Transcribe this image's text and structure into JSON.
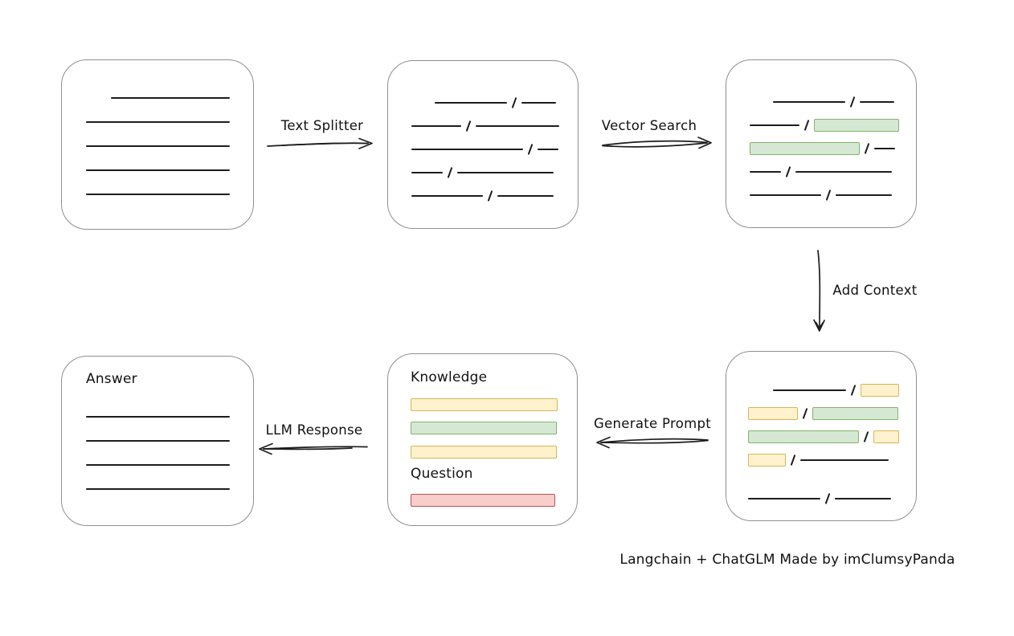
{
  "caption": "Langchain + ChatGLM Made by imClumsyPanda",
  "colors": {
    "ink": "#1d1d1d",
    "box_border": "#8f8f8f",
    "green_fill": "#d5e8d4",
    "green_border": "#82b366",
    "yellow_fill": "#fff2cc",
    "yellow_border": "#d6b656",
    "red_fill": "#f8cecc",
    "red_border": "#b85450"
  },
  "arrows": {
    "text_splitter": {
      "label": "Text Splitter",
      "direction": "right"
    },
    "vector_search": {
      "label": "Vector Search",
      "direction": "right"
    },
    "add_context": {
      "label": "Add Context",
      "direction": "down"
    },
    "generate_prompt": {
      "label": "Generate Prompt",
      "direction": "left"
    },
    "llm_response": {
      "label": "LLM Response",
      "direction": "left"
    }
  },
  "boxes": {
    "document": {
      "rows": [
        {
          "indent": 61,
          "segments": [
            {
              "kind": "line",
              "w": 148
            }
          ]
        },
        {
          "indent": 30,
          "segments": [
            {
              "kind": "line",
              "w": 179
            }
          ]
        },
        {
          "indent": 30,
          "segments": [
            {
              "kind": "line",
              "w": 179
            }
          ]
        },
        {
          "indent": 30,
          "segments": [
            {
              "kind": "line",
              "w": 179
            }
          ]
        },
        {
          "indent": 30,
          "segments": [
            {
              "kind": "line",
              "w": 179
            }
          ]
        }
      ]
    },
    "split_chunks": {
      "rows": [
        {
          "indent": 58,
          "segments": [
            {
              "kind": "line",
              "w": 90
            },
            {
              "kind": "slash"
            },
            {
              "kind": "line",
              "w": 43
            }
          ]
        },
        {
          "indent": 29,
          "segments": [
            {
              "kind": "line",
              "w": 62
            },
            {
              "kind": "slash"
            },
            {
              "kind": "line",
              "w": 104
            }
          ]
        },
        {
          "indent": 29,
          "segments": [
            {
              "kind": "line",
              "w": 139
            },
            {
              "kind": "slash"
            },
            {
              "kind": "line",
              "w": 26
            }
          ]
        },
        {
          "indent": 29,
          "segments": [
            {
              "kind": "line",
              "w": 39
            },
            {
              "kind": "slash"
            },
            {
              "kind": "line",
              "w": 120
            }
          ]
        },
        {
          "indent": 29,
          "segments": [
            {
              "kind": "line",
              "w": 89
            },
            {
              "kind": "slash"
            },
            {
              "kind": "line",
              "w": 70
            }
          ]
        }
      ]
    },
    "vector_matches": {
      "rows": [
        {
          "indent": 58,
          "segments": [
            {
              "kind": "line",
              "w": 90
            },
            {
              "kind": "slash"
            },
            {
              "kind": "line",
              "w": 43
            }
          ]
        },
        {
          "indent": 29,
          "segments": [
            {
              "kind": "line",
              "w": 62
            },
            {
              "kind": "slash"
            },
            {
              "kind": "bar",
              "color": "green",
              "w": 106
            }
          ]
        },
        {
          "indent": 29,
          "segments": [
            {
              "kind": "bar",
              "color": "green",
              "w": 137
            },
            {
              "kind": "slash"
            },
            {
              "kind": "line",
              "w": 26
            }
          ]
        },
        {
          "indent": 29,
          "segments": [
            {
              "kind": "line",
              "w": 39
            },
            {
              "kind": "slash"
            },
            {
              "kind": "line",
              "w": 120
            }
          ]
        },
        {
          "indent": 29,
          "segments": [
            {
              "kind": "line",
              "w": 89
            },
            {
              "kind": "slash"
            },
            {
              "kind": "line",
              "w": 70
            }
          ]
        }
      ]
    },
    "context_chunks": {
      "rows": [
        {
          "indent": 58,
          "segments": [
            {
              "kind": "line",
              "w": 91
            },
            {
              "kind": "slash"
            },
            {
              "kind": "bar",
              "color": "yellow",
              "w": 48
            }
          ]
        },
        {
          "indent": 27,
          "segments": [
            {
              "kind": "bar",
              "color": "yellow",
              "w": 62
            },
            {
              "kind": "slash"
            },
            {
              "kind": "bar",
              "color": "green",
              "w": 107
            }
          ]
        },
        {
          "indent": 27,
          "segments": [
            {
              "kind": "bar",
              "color": "green",
              "w": 138
            },
            {
              "kind": "slash"
            },
            {
              "kind": "bar",
              "color": "yellow",
              "w": 32
            }
          ]
        },
        {
          "indent": 27,
          "segments": [
            {
              "kind": "bar",
              "color": "yellow",
              "w": 47
            },
            {
              "kind": "slash"
            },
            {
              "kind": "line",
              "w": 110
            }
          ]
        },
        {
          "indent": 27,
          "segments": [
            {
              "kind": "line",
              "w": 90
            },
            {
              "kind": "slash"
            },
            {
              "kind": "line",
              "w": 70
            }
          ]
        }
      ]
    },
    "prompt": {
      "rows": [
        {
          "indent": 28,
          "segments": [
            {
              "kind": "label",
              "text": "Knowledge"
            }
          ]
        },
        {
          "indent": 28,
          "segments": [
            {
              "kind": "bar",
              "color": "yellow",
              "w": 183
            }
          ]
        },
        {
          "indent": 28,
          "segments": [
            {
              "kind": "bar",
              "color": "green",
              "w": 182
            }
          ]
        },
        {
          "indent": 28,
          "segments": [
            {
              "kind": "bar",
              "color": "yellow",
              "w": 182
            }
          ]
        },
        {
          "indent": 28,
          "segments": [
            {
              "kind": "label",
              "text": "Question"
            }
          ]
        },
        {
          "indent": 28,
          "segments": [
            {
              "kind": "bar",
              "color": "red",
              "w": 180
            }
          ]
        }
      ]
    },
    "answer": {
      "rows": [
        {
          "indent": 30,
          "segments": [
            {
              "kind": "label",
              "text": "Answer"
            }
          ]
        },
        {
          "indent": 30,
          "segments": [
            {
              "kind": "line",
              "w": 179
            }
          ]
        },
        {
          "indent": 30,
          "segments": [
            {
              "kind": "line",
              "w": 179
            }
          ]
        },
        {
          "indent": 30,
          "segments": [
            {
              "kind": "line",
              "w": 179
            }
          ]
        },
        {
          "indent": 30,
          "segments": [
            {
              "kind": "line",
              "w": 179
            }
          ]
        }
      ]
    }
  }
}
